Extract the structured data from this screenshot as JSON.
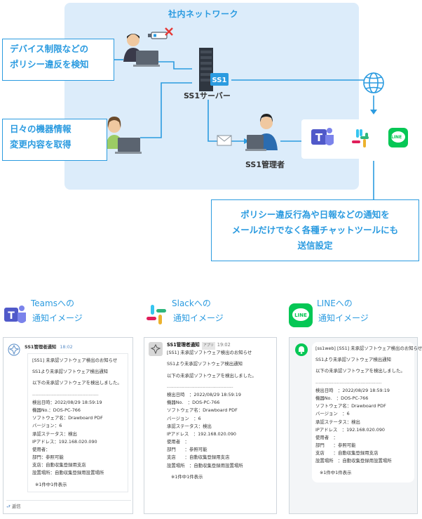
{
  "diagram": {
    "network_title": "社内ネットワーク",
    "callout_violation": [
      "デバイス制限などの",
      "ポリシー違反を検知"
    ],
    "callout_inventory": [
      "日々の機器情報",
      "変更内容を取得"
    ],
    "server_label": "SS1サーバー",
    "admin_label": "SS1管理者",
    "server_badge": "SS1",
    "callout_notify": [
      "ポリシー違反行為や日報などの通知を",
      "メールだけでなく各種チャットツールにも",
      "送信設定"
    ],
    "line_logo_text": "LINE"
  },
  "apps": {
    "teams": {
      "line1": "Teamsへの",
      "line2": "通知イメージ"
    },
    "slack": {
      "line1": "Slackへの",
      "line2": "通知イメージ"
    },
    "line": {
      "line1": "LINEへの",
      "line2": "通知イメージ"
    }
  },
  "teams_card": {
    "sender": "SS1管理者通知",
    "time": "18:02",
    "subject": "[SS1] 未承認ソフトウェア検出のお知らせ",
    "intro": "SS1より未承認ソフトウェア検出通知",
    "body": "以下の未承認ソフトウェアを検出しました。",
    "separator": "-----------------------------------------",
    "details": [
      "検出日時：2022/08/29 18:59:19",
      "機器No.：DOS-PC-766",
      "ソフトウェア名：Drawboard PDF",
      "バージョン：6",
      "承認ステータス：検出",
      "IPアドレス：192.168.020.090",
      "使用者：",
      "部門：参照可能",
      "支店：自動収集登録用支店",
      "設置場所：自動収集登録用設置場所"
    ],
    "footer": "※1件中1件表示",
    "reply": "返信"
  },
  "slack_card": {
    "sender": "SS1管理者通知",
    "badge": "アプリ",
    "time": "19:02",
    "subject": "[SS1] 未承認ソフトウェア検出のお知らせ",
    "intro": "SS1より未承認ソフトウェア検出通知",
    "body": "以下の未承認ソフトウェアを検出しました。",
    "separator": "-----------------------------------------",
    "details": [
      "検出日時　：2022/08/29 18:59:19",
      "機器No.　：DOS-PC-766",
      "ソフトウェア名：Drawboard PDF",
      "バージョン　：6",
      "承認ステータス：検出",
      "IPアドレス　：192.168.020.090",
      "使用者　：",
      "部門　　：参照可能",
      "支店　　：自動収集登録用支店",
      "設置場所　：自動収集登録用設置場所"
    ],
    "footer": "※1件中1件表示"
  },
  "line_card": {
    "subject": "[ss1web] [SS1] 未承認ソフトウェア検出のお知らせ",
    "intro": "SS1より未承認ソフトウェア検出通知",
    "body": "以下の未承認ソフトウェアを検出しました。",
    "separator": "-----------------------------------------",
    "details": [
      "検出日時　：2022/08/29 18:59:19",
      "機器No.　：DOS-PC-766",
      "ソフトウェア名：Drawboard PDF",
      "バージョン　：6",
      "承認ステータス：検出",
      "IPアドレス　：192.168.020.090",
      "使用者　：",
      "部門　　：参照可能",
      "支店　　：自動収集登録用支店",
      "設置場所　：自動収集登録用設置場所"
    ],
    "footer": "※1件中1件表示"
  },
  "colors": {
    "accent": "#2b9be0",
    "zone": "#dcecfa",
    "teams": "#5059c9",
    "line": "#06c755"
  }
}
